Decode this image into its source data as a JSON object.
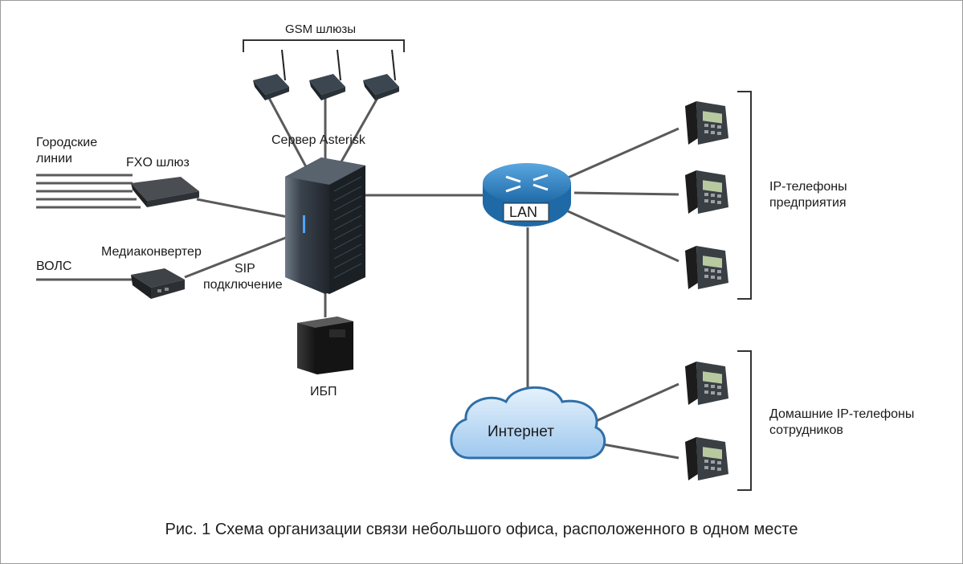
{
  "labels": {
    "gsm_gateways": "GSM шлюзы",
    "asterisk_server": "Сервер Asterisk",
    "city_lines_1": "Городские",
    "city_lines_2": "линии",
    "fxo_gateway": "FXO шлюз",
    "media_converter": "Медиаконвертер",
    "fiber": "ВОЛС",
    "sip_1": "SIP",
    "sip_2": "подключение",
    "ups": "ИБП",
    "lan": "LAN",
    "internet": "Интернет",
    "ip_phones_1": "IP-телефоны",
    "ip_phones_2": "предприятия",
    "home_phones_1": "Домашние IP-телефоны",
    "home_phones_2": "сотрудников"
  },
  "caption": "Рис. 1 Схема организации связи небольшого офиса, расположенного в одном месте",
  "colors": {
    "line": "#5a5a5a",
    "router": "#2f7fc0",
    "cloud": "#bcd8f2",
    "device_dark": "#2b3338"
  }
}
